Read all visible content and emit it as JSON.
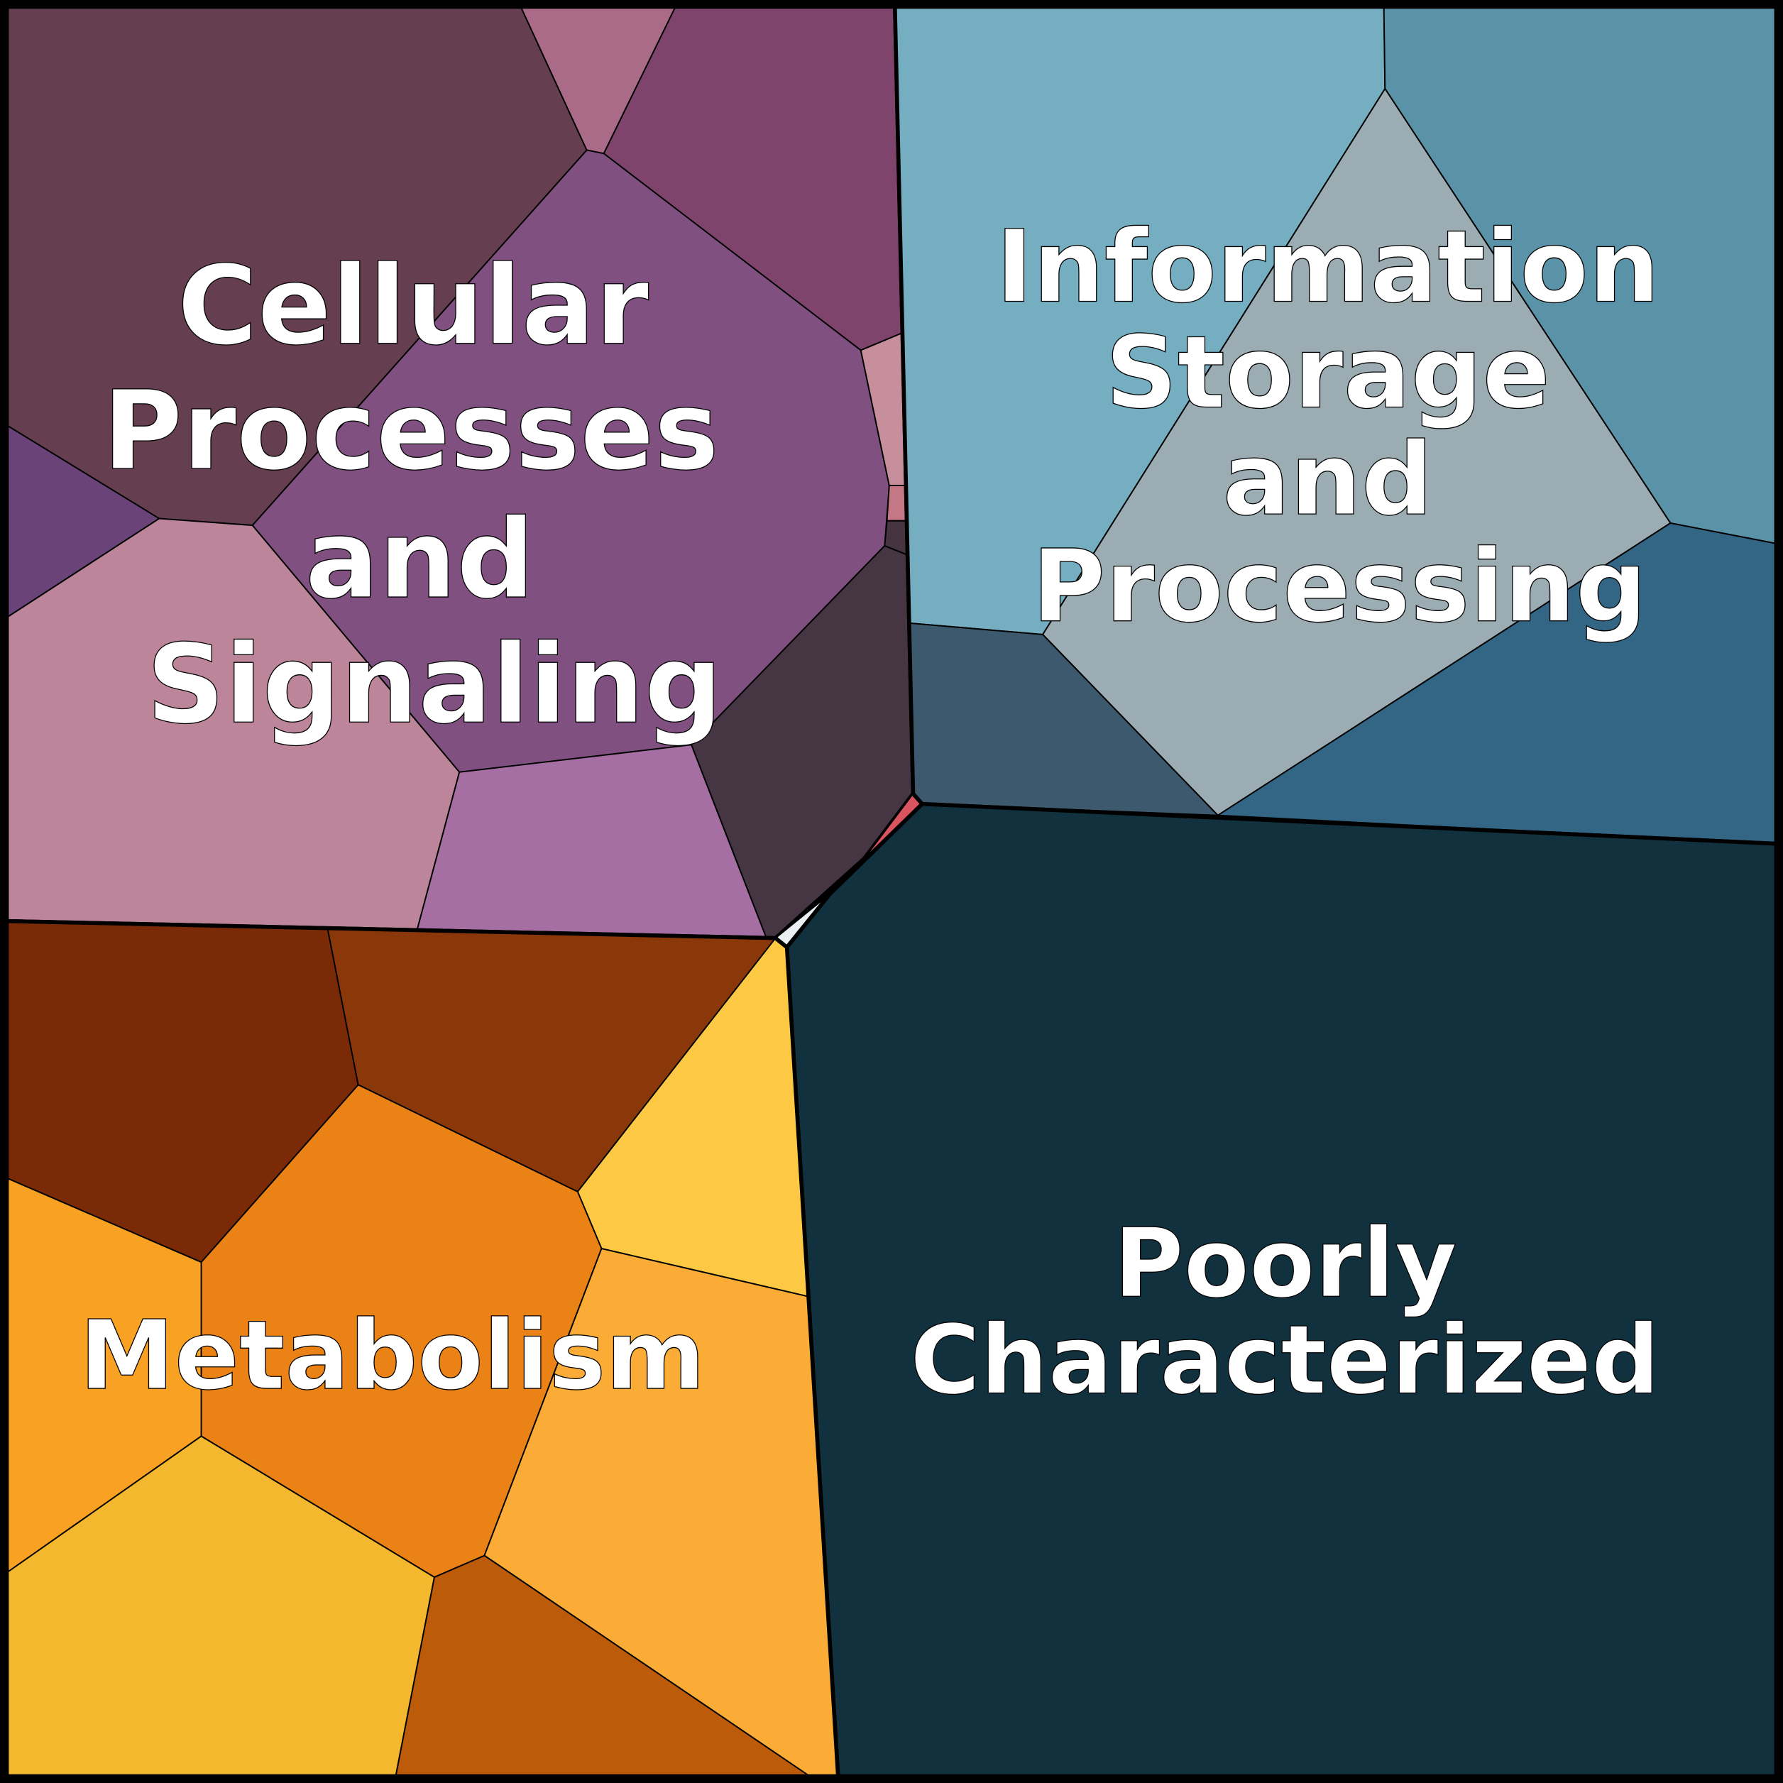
{
  "title": "Voronoi treemap of functional categories",
  "groups": {
    "cellular": {
      "line1": "Cellular",
      "line2": "Processes",
      "line3": "and",
      "line4": "Signaling",
      "color": "#7F5080"
    },
    "information": {
      "line1": "Information",
      "line2": "Storage",
      "line3": "and",
      "line4": "Processing",
      "color": "#74AEC0"
    },
    "poorly": {
      "line1": "Poorly",
      "line2": "Characterized",
      "color": "#12313F"
    },
    "metabolism": {
      "line1": "Metabolism",
      "color": "#EA8215"
    }
  }
}
